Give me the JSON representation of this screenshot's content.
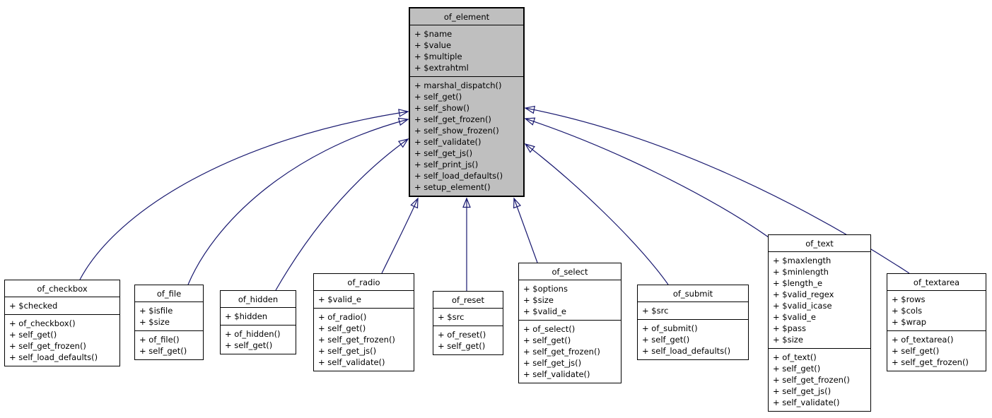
{
  "diagram_type": "uml-class-inheritance-diagram",
  "colors": {
    "edge": "#191970",
    "base_class_fill": "#bfbfbf",
    "derived_class_fill": "#ffffff",
    "border": "#000000",
    "background": "#ffffff",
    "arrowhead_fill": "#ffffff"
  },
  "classes": {
    "of_element": {
      "name": "of_element",
      "attributes": [
        "+ $name",
        "+ $value",
        "+ $multiple",
        "+ $extrahtml"
      ],
      "methods": [
        "+ marshal_dispatch()",
        "+ self_get()",
        "+ self_show()",
        "+ self_get_frozen()",
        "+ self_show_frozen()",
        "+ self_validate()",
        "+ self_get_js()",
        "+ self_print_js()",
        "+ self_load_defaults()",
        "+ setup_element()"
      ]
    },
    "of_checkbox": {
      "name": "of_checkbox",
      "attributes": [
        "+ $checked"
      ],
      "methods": [
        "+ of_checkbox()",
        "+ self_get()",
        "+ self_get_frozen()",
        "+ self_load_defaults()"
      ]
    },
    "of_file": {
      "name": "of_file",
      "attributes": [
        "+ $isfile",
        "+ $size"
      ],
      "methods": [
        "+ of_file()",
        "+ self_get()"
      ]
    },
    "of_hidden": {
      "name": "of_hidden",
      "attributes": [
        "+ $hidden"
      ],
      "methods": [
        "+ of_hidden()",
        "+ self_get()"
      ]
    },
    "of_radio": {
      "name": "of_radio",
      "attributes": [
        "+ $valid_e"
      ],
      "methods": [
        "+ of_radio()",
        "+ self_get()",
        "+ self_get_frozen()",
        "+ self_get_js()",
        "+ self_validate()"
      ]
    },
    "of_reset": {
      "name": "of_reset",
      "attributes": [
        "+ $src"
      ],
      "methods": [
        "+ of_reset()",
        "+ self_get()"
      ]
    },
    "of_select": {
      "name": "of_select",
      "attributes": [
        "+ $options",
        "+ $size",
        "+ $valid_e"
      ],
      "methods": [
        "+ of_select()",
        "+ self_get()",
        "+ self_get_frozen()",
        "+ self_get_js()",
        "+ self_validate()"
      ]
    },
    "of_submit": {
      "name": "of_submit",
      "attributes": [
        "+ $src"
      ],
      "methods": [
        "+ of_submit()",
        "+ self_get()",
        "+ self_load_defaults()"
      ]
    },
    "of_text": {
      "name": "of_text",
      "attributes": [
        "+ $maxlength",
        "+ $minlength",
        "+ $length_e",
        "+ $valid_regex",
        "+ $valid_icase",
        "+ $valid_e",
        "+ $pass",
        "+ $size"
      ],
      "methods": [
        "+ of_text()",
        "+ self_get()",
        "+ self_get_frozen()",
        "+ self_get_js()",
        "+ self_validate()"
      ]
    },
    "of_textarea": {
      "name": "of_textarea",
      "attributes": [
        "+ $rows",
        "+ $cols",
        "+ $wrap"
      ],
      "methods": [
        "+ of_textarea()",
        "+ self_get()",
        "+ self_get_frozen()"
      ]
    }
  },
  "relations": [
    {
      "from": "of_checkbox",
      "to": "of_element",
      "type": "inheritance"
    },
    {
      "from": "of_file",
      "to": "of_element",
      "type": "inheritance"
    },
    {
      "from": "of_hidden",
      "to": "of_element",
      "type": "inheritance"
    },
    {
      "from": "of_radio",
      "to": "of_element",
      "type": "inheritance"
    },
    {
      "from": "of_reset",
      "to": "of_element",
      "type": "inheritance"
    },
    {
      "from": "of_select",
      "to": "of_element",
      "type": "inheritance"
    },
    {
      "from": "of_submit",
      "to": "of_element",
      "type": "inheritance"
    },
    {
      "from": "of_text",
      "to": "of_element",
      "type": "inheritance"
    },
    {
      "from": "of_textarea",
      "to": "of_element",
      "type": "inheritance"
    }
  ]
}
